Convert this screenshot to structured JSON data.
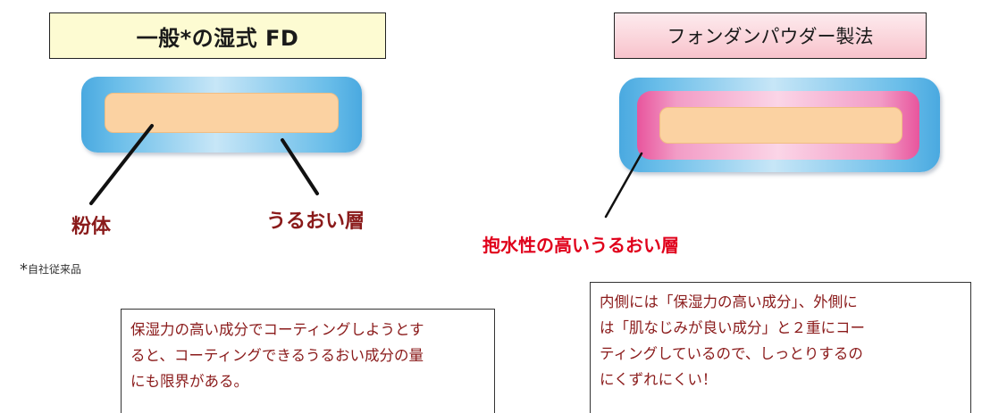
{
  "left_panel": {
    "title": "一般*の湿式 FD",
    "labels": {
      "powder": "粉体",
      "moisture_layer": "うるおい層"
    },
    "footnote": "自社従来品",
    "footnote_mark": "*",
    "description_lines": [
      "保湿力の高い成分でコーティングしようとす",
      "ると、コーティングできるうるおい成分の量",
      "にも限界がある。"
    ]
  },
  "right_panel": {
    "title": "フォンダンパウダー製法",
    "labels": {
      "water_holding_layer": "抱水性の高いうるおい層"
    },
    "description_lines": [
      "内側には「保湿力の高い成分」、外側に",
      "は「肌なじみが良い成分」と２重にコー",
      "ティングしているので、しっとりするの",
      "にくずれにくい！"
    ]
  },
  "colors": {
    "left_title_bg": "#fdfbd2",
    "right_title_bg": "#f8c3cc",
    "outer_layer_blue": "#4aa9e0",
    "inner_layer_pink": "#e8559d",
    "powder_core": "#fbd2a2",
    "label_dark_red": "#8a1a1a",
    "label_bright_red": "#e0001b"
  }
}
